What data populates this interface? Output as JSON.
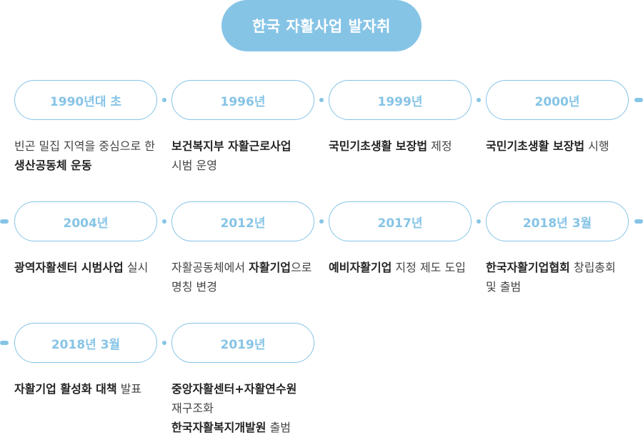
{
  "title": "한국 자활사업 발자취",
  "rows": [
    [
      {
        "date": "1990년대 초",
        "desc": [
          {
            "t": "빈곤 밀집 지역을 중심으로 한 "
          },
          {
            "t": "생산공동체 운동",
            "b": true
          }
        ]
      },
      {
        "date": "1996년",
        "desc": [
          {
            "t": "보건복지부 자활근로사업",
            "b": true
          },
          {
            "t": " 시범 운영"
          }
        ]
      },
      {
        "date": "1999년",
        "desc": [
          {
            "t": "국민기초생활 보장법",
            "b": true
          },
          {
            "t": " 제정"
          }
        ]
      },
      {
        "date": "2000년",
        "desc": [
          {
            "t": "국민기초생활 보장법",
            "b": true
          },
          {
            "t": " 시행"
          }
        ]
      }
    ],
    [
      {
        "date": "2004년",
        "desc": [
          {
            "t": "광역자활센터 시범사업",
            "b": true
          },
          {
            "t": " 실시"
          }
        ]
      },
      {
        "date": "2012년",
        "desc": [
          {
            "t": "자활공동체에서 "
          },
          {
            "t": "자활기업",
            "b": true
          },
          {
            "t": "으로 명칭 변경"
          }
        ]
      },
      {
        "date": "2017년",
        "desc": [
          {
            "t": "예비자활기업",
            "b": true
          },
          {
            "t": " 지정 제도 도입"
          }
        ]
      },
      {
        "date": "2018년 3월",
        "desc": [
          {
            "t": "한국자활기업협회",
            "b": true
          },
          {
            "t": " 창립총회 및 출범"
          }
        ]
      }
    ],
    [
      {
        "date": "2018년 3월",
        "desc": [
          {
            "t": "자활기업 활성화 대책",
            "b": true
          },
          {
            "t": " 발표"
          }
        ]
      },
      {
        "date": "2019년",
        "desc": [
          {
            "t": "중앙자활센터+자활연수원",
            "b": true
          },
          {
            "t": " 재구조화 ",
            "br": true
          },
          {
            "t": "한국자활복지개발원",
            "b": true
          },
          {
            "t": " 출범"
          }
        ]
      }
    ]
  ],
  "colors": {
    "accent": "#86c4e6",
    "text": "#444444"
  }
}
